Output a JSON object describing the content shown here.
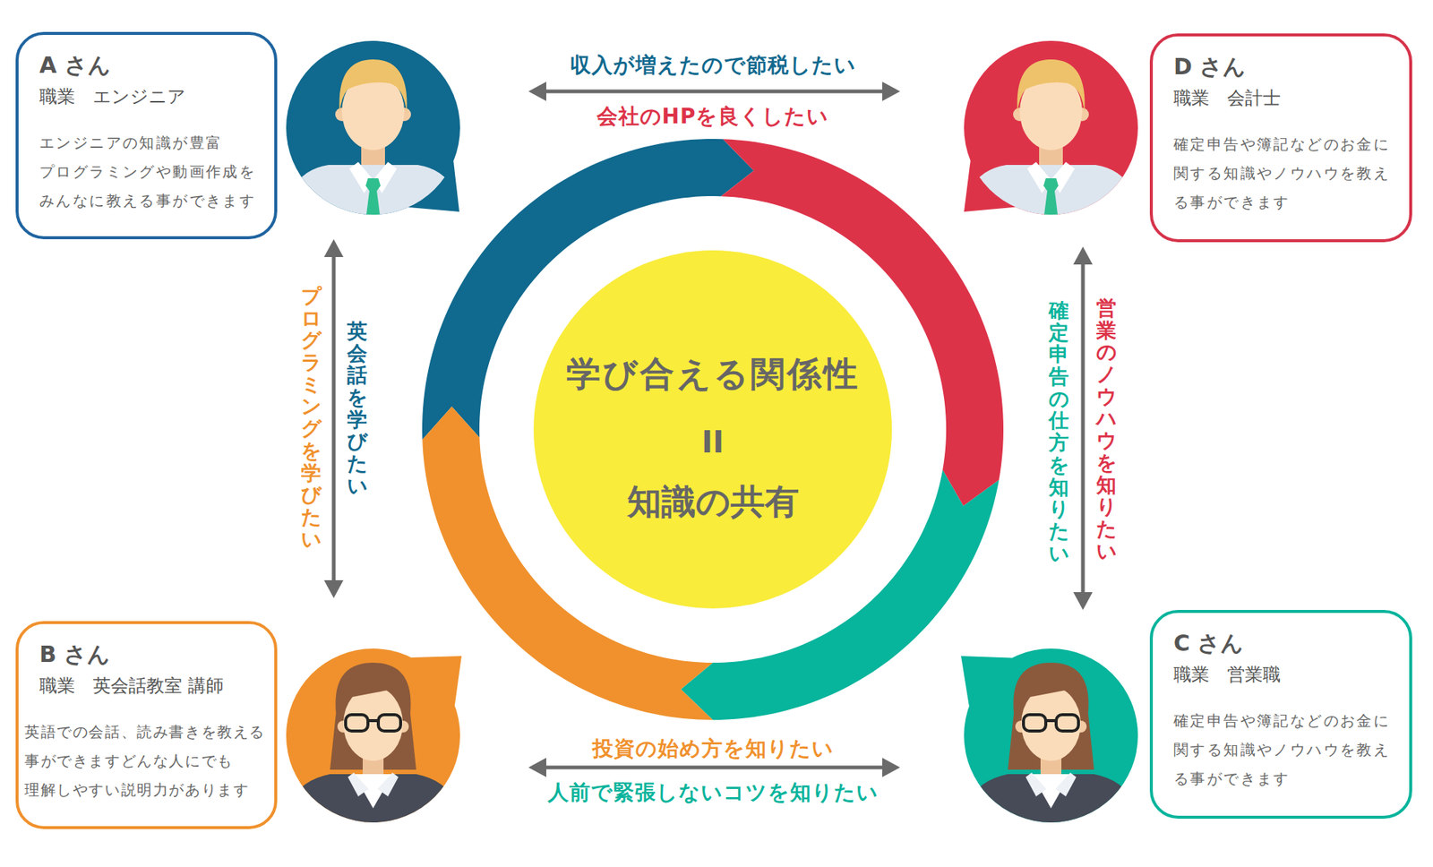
{
  "diagram": {
    "nodes": [
      {
        "text": [
          "A さん",
          "職業　エンジニア",
          "エンジニアの知識が豊富 プログラミングや動画作成を みんなに教える事ができます"
        ]
      },
      {
        "text": [
          "D さん",
          "職業　会計士",
          "確定申告や簿記などのお金に 関する知識やノウハウを教え る事ができます"
        ]
      },
      {
        "text": [
          "学び合える関係性",
          "II",
          "知識の共有"
        ]
      },
      {
        "text": [
          "B さん",
          "職業　英会話教室 講師",
          "英語での会話、読み書きを教える 事ができますどんな人にでも 理解しやすい説明力があります"
        ]
      },
      {
        "text": [
          "C さん",
          "職業　営業職",
          "確定申告や簿記などのお金に 関する知識やノウハウを教え る事ができます"
        ]
      }
    ],
    "edges": [
      {
        "from": 0,
        "to": 1,
        "arrow": "both",
        "label": "収入が増えたので節税したい"
      },
      {
        "from": 0,
        "to": 3,
        "arrow": "both",
        "label": "英会話を学びたい"
      },
      {
        "from": 1,
        "to": 4,
        "arrow": "both",
        "label": "営業のノウハウを知りたい"
      },
      {
        "from": 3,
        "to": 4,
        "arrow": "both",
        "label": "投資の始め方を知りたい"
      }
    ],
    "labels": [
      "会社のHPを良くしたい",
      "プログラミングを学びたい",
      "確定申告の仕方を知りたい",
      "人前で緊張しないコツを知りたい"
    ]
  }
}
